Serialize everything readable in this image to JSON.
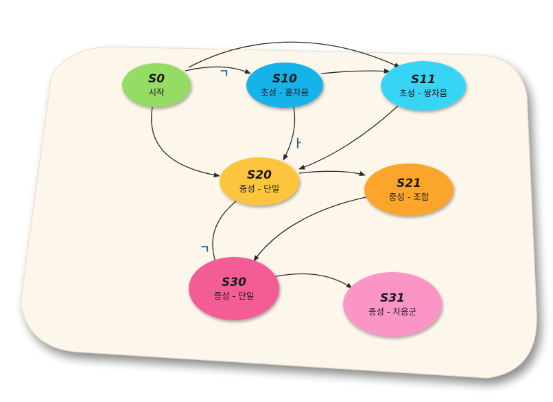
{
  "diagram": {
    "nodes": [
      {
        "id": "S0",
        "name": "S0",
        "desc": "시작",
        "color": "#94dc63"
      },
      {
        "id": "S10",
        "name": "S10",
        "desc": "초성 - 홑자음",
        "color": "#12b3ea"
      },
      {
        "id": "S11",
        "name": "S11",
        "desc": "초성 - 쌍자음",
        "color": "#38d4f4"
      },
      {
        "id": "S20",
        "name": "S20",
        "desc": "중성 - 단일",
        "color": "#fcc53e"
      },
      {
        "id": "S21",
        "name": "S21",
        "desc": "중성 - 조합",
        "color": "#fba52c"
      },
      {
        "id": "S30",
        "name": "S30",
        "desc": "종성 - 단일",
        "color": "#f45c95"
      },
      {
        "id": "S31",
        "name": "S31",
        "desc": "종성 - 자음군",
        "color": "#fb95c6"
      }
    ],
    "edges": [
      {
        "from": "S0",
        "to": "S10",
        "label": "ㄱ"
      },
      {
        "from": "S0",
        "to": "S11",
        "label": ""
      },
      {
        "from": "S0",
        "to": "S20",
        "label": ""
      },
      {
        "from": "S10",
        "to": "S11",
        "label": ""
      },
      {
        "from": "S10",
        "to": "S20",
        "label": "ㅏ"
      },
      {
        "from": "S11",
        "to": "S20",
        "label": ""
      },
      {
        "from": "S20",
        "to": "S21",
        "label": ""
      },
      {
        "from": "S20",
        "to": "S30",
        "label": "ㄱ"
      },
      {
        "from": "S21",
        "to": "S30",
        "label": ""
      },
      {
        "from": "S30",
        "to": "S31",
        "label": ""
      }
    ]
  },
  "colors": {
    "card": "#fdf6ea",
    "edge": "#2a2a2a",
    "label": "#1565a8"
  }
}
